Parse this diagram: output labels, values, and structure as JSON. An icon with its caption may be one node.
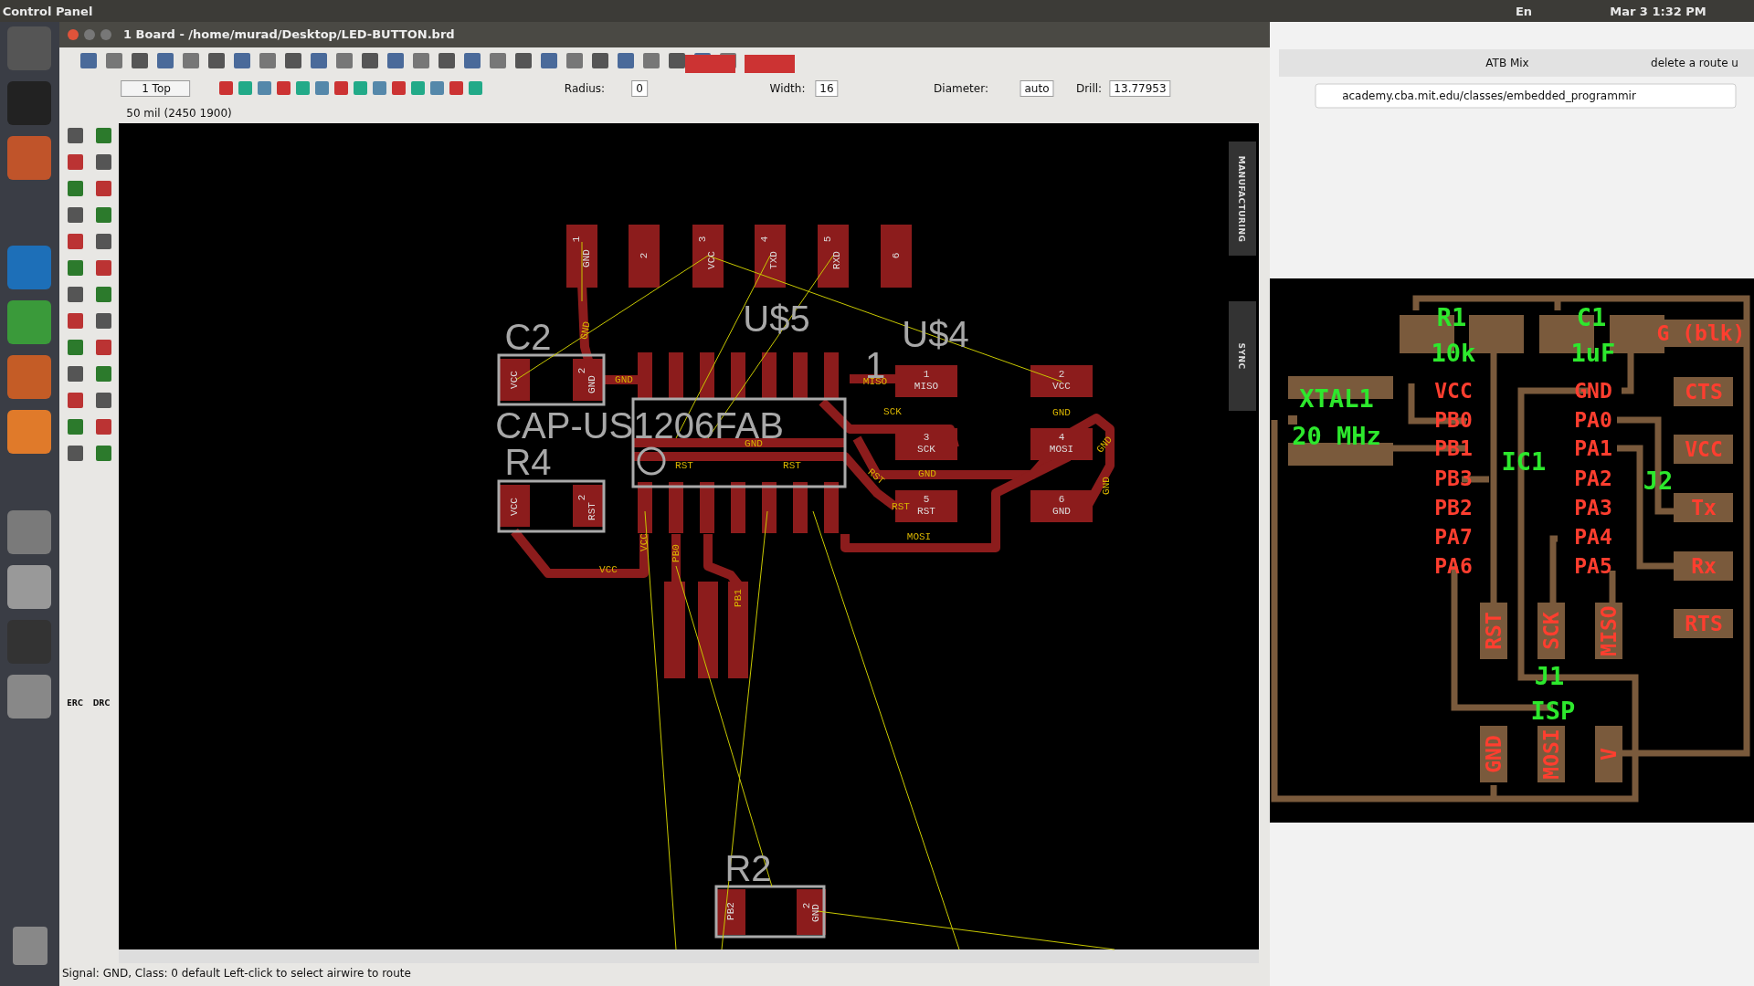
{
  "diagram": {
    "labels": [
      "Control Panel",
      "En",
      "Mar 3 1:32 PM",
      "1 Board - /home/murad/Desktop/LED-BUTTON.brd",
      "ATB Mix",
      "delete a route u",
      "1 Top",
      "Radius:",
      "0",
      "Width:",
      "16",
      "Diameter:",
      "auto",
      "Drill:",
      "13.77953",
      "50 mil (2450 1900)",
      "academy.cba.mit.edu/classes/embedded_programmir",
      "MANUFACTURING",
      "SYNC",
      "Signal: GND, Class: 0 default Left-click to select airwire to route",
      "ERC",
      "DRC",
      "1",
      "GND",
      "2",
      "3",
      "VCC",
      "4",
      "TXD",
      "5",
      "RXD",
      "6",
      "C2",
      "U$5",
      "U$4",
      "1",
      "VCC",
      "2",
      "GND",
      "CAP-US1206FAB",
      "R4",
      "VCC",
      "2",
      "RST",
      "1",
      "MISO",
      "2",
      "VCC",
      "3",
      "SCK",
      "4",
      "MOSI",
      "5",
      "RST",
      "6",
      "GND",
      "GND",
      "GND",
      "MISO",
      "SCK",
      "GND",
      "GND",
      "GND",
      "RST",
      "RST",
      "RST",
      "RST",
      "GND",
      "MOSI",
      "VCC",
      "VCC",
      "PB0",
      "PB1",
      "GND",
      "R2",
      "PB2",
      "2",
      "GND",
      "R1",
      "10k",
      "C1",
      "1uF",
      "G (blk)",
      "XTAL1",
      "20 MHz",
      "VCC",
      "PB0",
      "PB1",
      "PB3",
      "PB2",
      "PA7",
      "PA6",
      "IC1",
      "GND",
      "PA0",
      "PA1",
      "PA2",
      "PA3",
      "PA4",
      "PA5",
      "CTS",
      "VCC",
      "J2",
      "Tx",
      "Rx",
      "RTS",
      "RST",
      "SCK",
      "MISO",
      "J1",
      "ISP",
      "GND",
      "MOSI",
      "V"
    ]
  }
}
